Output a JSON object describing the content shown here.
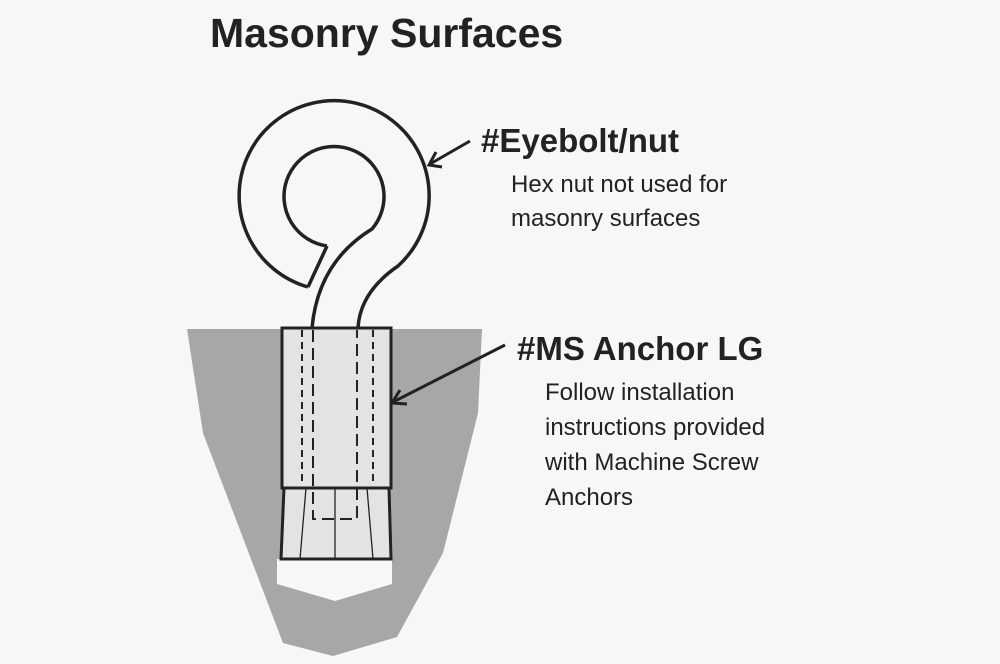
{
  "title": "Masonry Surfaces",
  "eyebolt": {
    "label": "#Eyebolt/nut",
    "description": [
      "Hex nut not used for",
      "masonry surfaces"
    ]
  },
  "anchor": {
    "label": "#MS Anchor LG",
    "description": [
      "Follow installation",
      "instructions provided",
      "with Machine Screw",
      "Anchors"
    ]
  },
  "colors": {
    "masonry": "#a7a7a9",
    "anchor_fill": "#e3e3e4",
    "line": "#222222"
  }
}
